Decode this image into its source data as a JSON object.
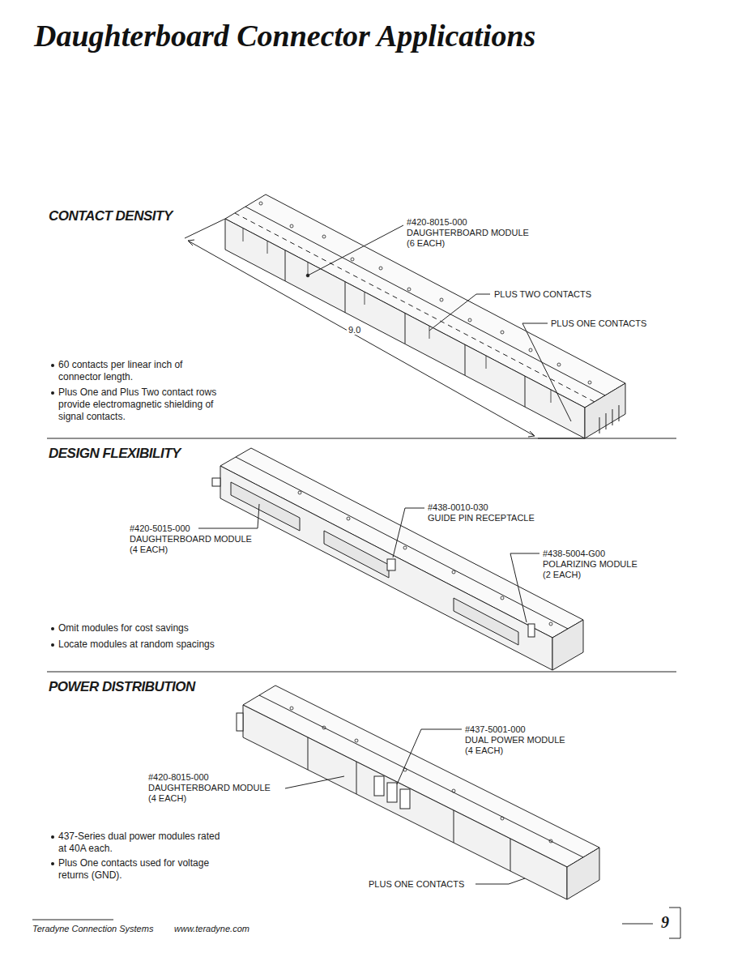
{
  "diagram": {
    "title": "Daughterboard Connector Applications",
    "labels": [
      "CONTACT DENSITY",
      "#420-8015-000",
      "DAUGHTERBOARD MODULE",
      "(6 EACH)",
      "PLUS TWO CONTACTS",
      "PLUS ONE CONTACTS",
      "9.0",
      "60 contacts per linear inch of connector length.",
      "Plus One and Plus Two contact rows provide electromagnetic shielding of signal contacts.",
      "DESIGN FLEXIBILITY",
      "#420-5015-000",
      "DAUGHTERBOARD MODULE",
      "(4 EACH)",
      "#438-0010-030",
      "GUIDE PIN RECEPTACLE",
      "#438-5004-G00",
      "POLARIZING MODULE",
      "(2 EACH)",
      "Omit modules for cost savings",
      "Locate modules at random spacings",
      "POWER DISTRIBUTION",
      "#437-5001-000",
      "DUAL POWER MODULE",
      "(4 EACH)",
      "#420-8015-000",
      "DAUGHTERBOARD MODULE",
      "(4 EACH)",
      "437-Series dual power modules rated at 40A each.",
      "Plus One contacts used for voltage returns (GND).",
      "PLUS ONE CONTACTS",
      "Teradyne Connection Systems",
      "www.teradyne.com",
      "9"
    ]
  }
}
